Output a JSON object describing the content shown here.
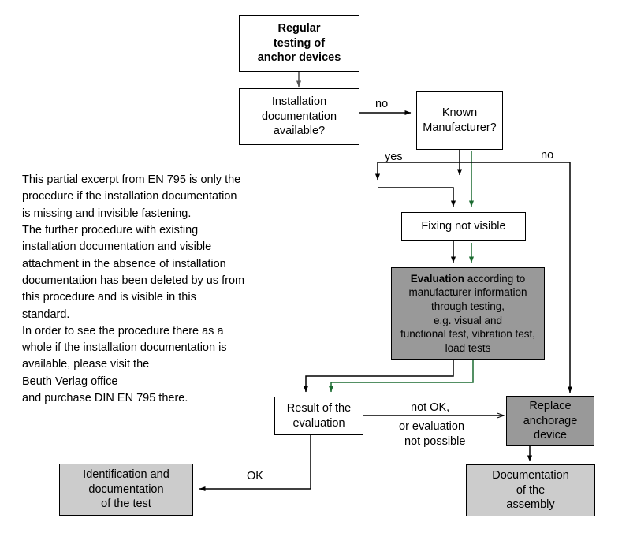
{
  "diagram": {
    "title_node": "Regular\ntesting of\nanchor devices",
    "nodes": [
      {
        "id": "regular-testing",
        "label": "Regular\ntesting of\nanchor devices",
        "fill": "#ffffff"
      },
      {
        "id": "installation-doc",
        "label": "Installation\ndocumentation\navailable?",
        "fill": "#ffffff"
      },
      {
        "id": "known-manufacturer",
        "label": "Known\nManufacturer?",
        "fill": "#ffffff"
      },
      {
        "id": "fixing-not-visible",
        "label": "Fixing not visible",
        "fill": "#ffffff"
      },
      {
        "id": "evaluation",
        "label": "Evaluation according to\nmanufacturer information\nthrough testing,\ne.g. visual and\nfunctional test, vibration test,\nload tests",
        "fill": "#999999"
      },
      {
        "id": "result-evaluation",
        "label": "Result of the\nevaluation",
        "fill": "#ffffff"
      },
      {
        "id": "replace-anchorage",
        "label": "Replace\nanchorage\ndevice",
        "fill": "#999999"
      },
      {
        "id": "identification-doc",
        "label": "Identification and\ndocumentation\nof the test",
        "fill": "#cccccc"
      },
      {
        "id": "documentation-assembly",
        "label": "Documentation\nof the\nassembly",
        "fill": "#cccccc"
      }
    ],
    "evaluation_lead": "Evaluation",
    "evaluation_rest": " according to\nmanufacturer information\nthrough testing,\ne.g. visual and\nfunctional test, vibration test,\nload tests",
    "edge_labels": {
      "no_top": "no",
      "yes": "yes",
      "no_right": "no",
      "not_ok": "not OK,",
      "or_evaluation": "or evaluation",
      "not_possible": "not possible",
      "ok": "OK"
    },
    "colors": {
      "line_black": "#000000",
      "line_green": "#1b6b30",
      "box_gray_dark": "#999999",
      "box_gray_light": "#cccccc",
      "background": "#ffffff"
    },
    "note_text": "This partial excerpt from EN 795 is only the\nprocedure if the installation documentation\nis missing and invisible fastening.\nThe further procedure with existing\ninstallation documentation and visible\nattachment in the absence of installation\ndocumentation has been deleted by us from\nthis procedure and is visible in this\nstandard.\nIn order to see the procedure there as a\nwhole if the installation documentation is\navailable, please visit the\nBeuth Verlag office\nand purchase DIN EN 795 there."
  }
}
